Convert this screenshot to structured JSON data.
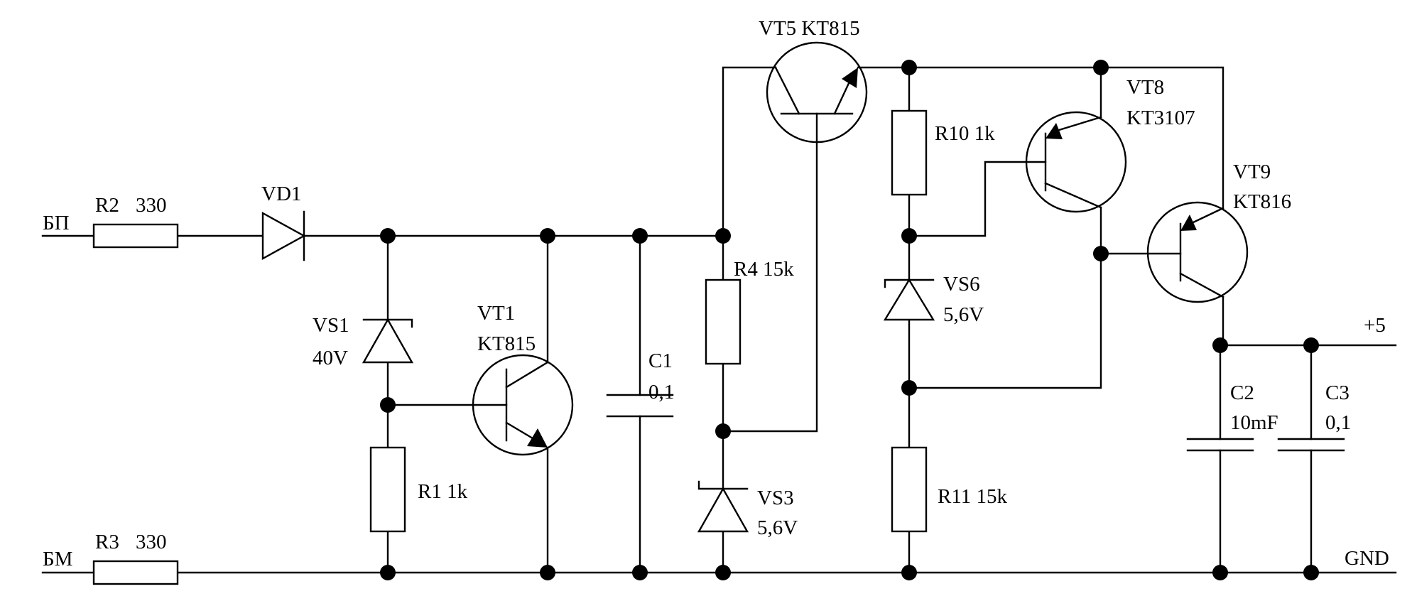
{
  "terminals": {
    "bp": "БП",
    "bm": "БМ",
    "plus5": "+5",
    "gnd": "GND"
  },
  "components": {
    "r2": {
      "ref": "R2",
      "value": "330"
    },
    "r3": {
      "ref": "R3",
      "value": "330"
    },
    "vd1": {
      "ref": "VD1"
    },
    "vs1": {
      "ref": "VS1",
      "value": "40V"
    },
    "r1": {
      "label": "R1 1k"
    },
    "vt1": {
      "ref": "VT1",
      "value": "KT815"
    },
    "c1": {
      "ref": "C1",
      "value": "0,1"
    },
    "vt5": {
      "label": "VT5 KT815"
    },
    "r4": {
      "label": "R4 15k"
    },
    "vs3": {
      "ref": "VS3",
      "value": "5,6V"
    },
    "r10": {
      "label": "R10 1k"
    },
    "vs6": {
      "ref": "VS6",
      "value": "5,6V"
    },
    "r11": {
      "label": "R11 15k"
    },
    "vt8": {
      "ref": "VT8",
      "value": "KT3107"
    },
    "vt9": {
      "ref": "VT9",
      "value": "KT816"
    },
    "c2": {
      "ref": "C2",
      "value": "10mF"
    },
    "c3": {
      "ref": "C3",
      "value": "0,1"
    }
  }
}
